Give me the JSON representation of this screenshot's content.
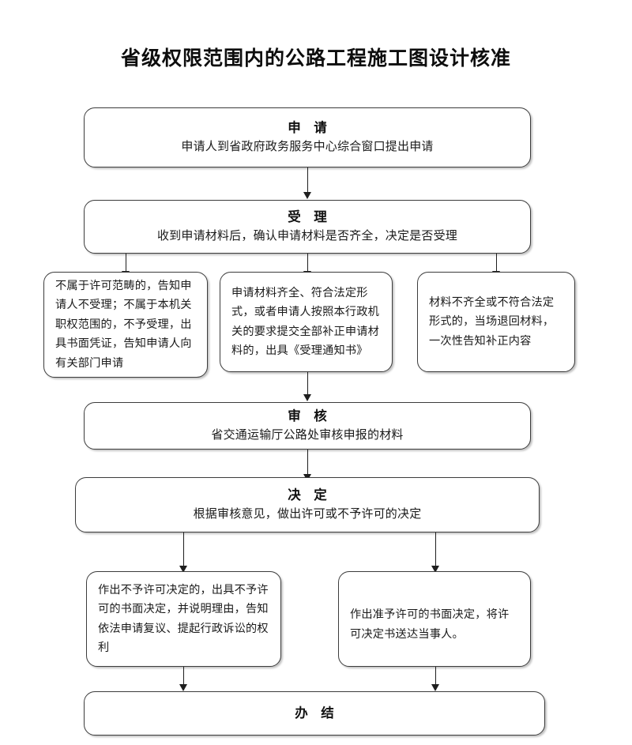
{
  "title": "省级权限范围内的公路工程施工图设计核准",
  "nodes": {
    "apply": {
      "heading": "申 请",
      "text": "申请人到省政府政务服务中心综合窗口提出申请"
    },
    "accept": {
      "heading": "受 理",
      "text": "收到申请材料后，确认申请材料是否齐全，决定是否受理"
    },
    "branch_left": {
      "text": "不属于许可范畴的，告知申请人不受理；不属于本机关职权范围的，不予受理，出具书面凭证，告知申请人向有关部门申请"
    },
    "branch_middle": {
      "text": "申请材料齐全、符合法定形式，或者申请人按照本行政机关的要求提交全部补正申请材料的，出具《受理通知书》"
    },
    "branch_right": {
      "text": "材料不齐全或不符合法定形式的，当场退回材料，一次性告知补正内容"
    },
    "review": {
      "heading": "审 核",
      "text": "省交通运输厅公路处审核申报的材料"
    },
    "decide": {
      "heading": "决 定",
      "text": "根据审核意见，做出许可或不予许可的决定"
    },
    "result_left": {
      "text": "作出不予许可决定的，出具不予许可的书面决定，并说明理由，告知依法申请复议、提起行政诉讼的权利"
    },
    "result_right": {
      "text": "作出准予许可的书面决定，将许可决定书送达当事人。"
    },
    "finish": {
      "heading": "办 结"
    }
  },
  "colors": {
    "border": "#3c3c3c",
    "text": "#1a1a1a",
    "connector": "#1f1f1f",
    "background": "#ffffff"
  }
}
